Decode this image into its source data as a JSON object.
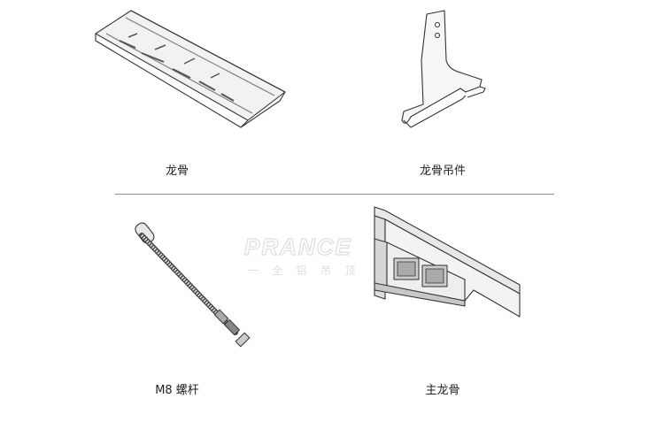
{
  "items": [
    {
      "name": "龙骨",
      "illustration": "ceiling-keel-channel"
    },
    {
      "name": "龙骨吊件",
      "illustration": "keel-hanger-bracket"
    },
    {
      "name": "M8  螺杆",
      "illustration": "threaded-rod"
    },
    {
      "name": "主龙骨",
      "illustration": "main-keel-channel"
    }
  ],
  "watermark": {
    "brand": "PRANCE",
    "tagline": "一 全 铝 吊 顶"
  },
  "colors": {
    "line": "#333333",
    "metal_light": "#eeeeee",
    "metal_mid": "#d0d0d0",
    "divider": "#8a8a8a"
  }
}
